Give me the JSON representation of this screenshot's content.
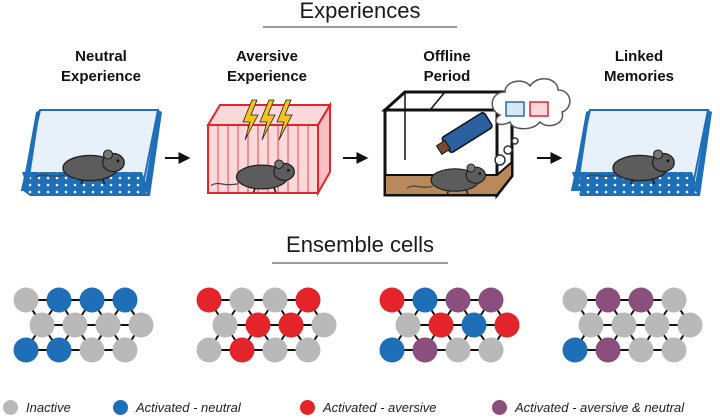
{
  "titles": {
    "experiences": "Experiences",
    "ensemble": "Ensemble cells"
  },
  "stages": [
    {
      "line1": "Neutral",
      "line2": "Experience"
    },
    {
      "line1": "Aversive",
      "line2": "Experience"
    },
    {
      "line1": "Offline",
      "line2": "Period"
    },
    {
      "line1": "Linked",
      "line2": "Memories"
    }
  ],
  "legend": [
    {
      "label": "Inactive",
      "color": "#b9b9b9"
    },
    {
      "label": "Activated - neutral",
      "color": "#1f6fb8"
    },
    {
      "label": "Activated - aversive",
      "color": "#e3242b"
    },
    {
      "label": "Activated - aversive & neutral",
      "color": "#8a4f7d"
    }
  ],
  "colors": {
    "neutral_blue": "#1f6fb8",
    "aversive_red": "#e3242b",
    "mixed_purple": "#8a4f7d",
    "inactive_gray": "#b9b9b9",
    "mouse_gray": "#5a5a5a",
    "floor_brown": "#b8895b"
  },
  "icons": [
    "arrow-right-icon",
    "lightning-icon",
    "thought-cloud-icon",
    "mouse-icon",
    "bottle-icon"
  ]
}
